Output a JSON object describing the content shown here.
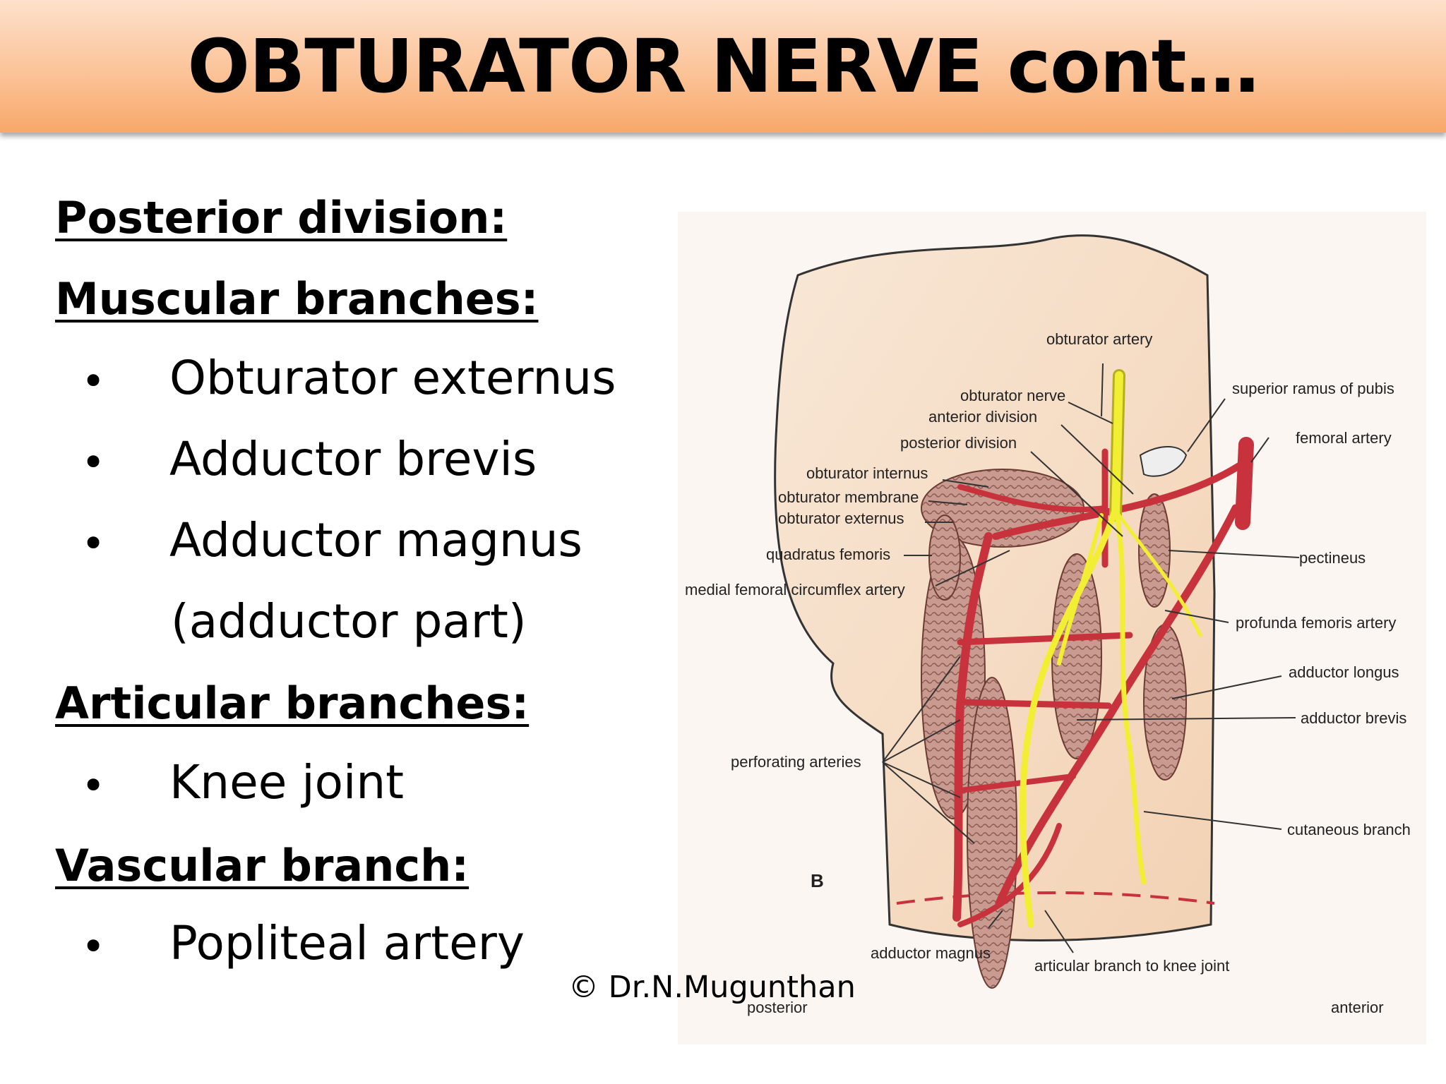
{
  "title": "OBTURATOR NERVE cont…",
  "text": {
    "posterior_division": "Posterior division:",
    "muscular_branches": "Muscular branches:",
    "muscular_items": [
      "Obturator externus",
      "Adductor brevis",
      "Adductor magnus"
    ],
    "muscular_item_continuation": "(adductor part)",
    "articular_branches": "Articular branches:",
    "articular_items": [
      "Knee joint"
    ],
    "vascular_branch": "Vascular branch:",
    "vascular_items": [
      "Popliteal artery"
    ],
    "bullet_char": "•"
  },
  "copyright": "© Dr.N.Mugunthan",
  "diagram": {
    "labels": {
      "obturator_artery": "obturator artery",
      "obturator_nerve": "obturator nerve",
      "anterior_division": "anterior division",
      "posterior_division": "posterior division",
      "obturator_internus": "obturator internus",
      "obturator_membrane": "obturator membrane",
      "obturator_externus": "obturator externus",
      "quadratus_femoris": "quadratus femoris",
      "medial_femoral_circumflex_artery": "medial femoral circumflex  artery",
      "superior_ramus_of_pubis": "superior ramus of pubis",
      "femoral_artery": "femoral artery",
      "pectineus": "pectineus",
      "profunda_femoris_artery": "profunda femoris artery",
      "adductor_longus": "adductor longus",
      "adductor_brevis": "adductor brevis",
      "perforating_arteries": "perforating arteries",
      "cutaneous_branch": "cutaneous branch",
      "figure_letter": "B",
      "adductor_magnus": "adductor magnus",
      "articular_branch_to_knee_joint": "articular branch to knee joint",
      "posterior": "posterior",
      "anterior": "anterior"
    },
    "colors": {
      "skin": "#f7dfc8",
      "artery": "#c8323c",
      "nerve": "#f2ee34",
      "muscle": "#c99a8f"
    }
  }
}
